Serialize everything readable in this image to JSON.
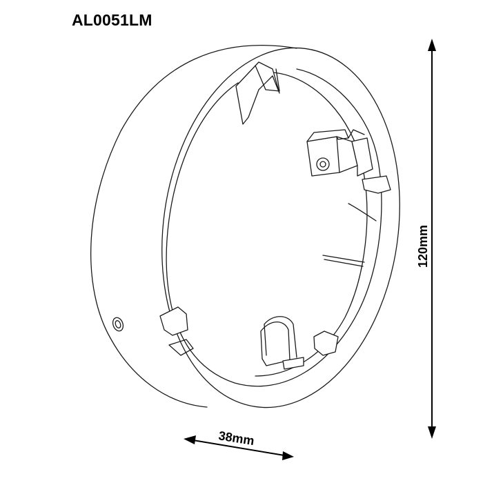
{
  "title": "AL0051LM",
  "dimensions": {
    "height_label": "120mm",
    "depth_label": "38mm"
  },
  "colors": {
    "line": "#1a1a1a",
    "background": "#ffffff"
  }
}
